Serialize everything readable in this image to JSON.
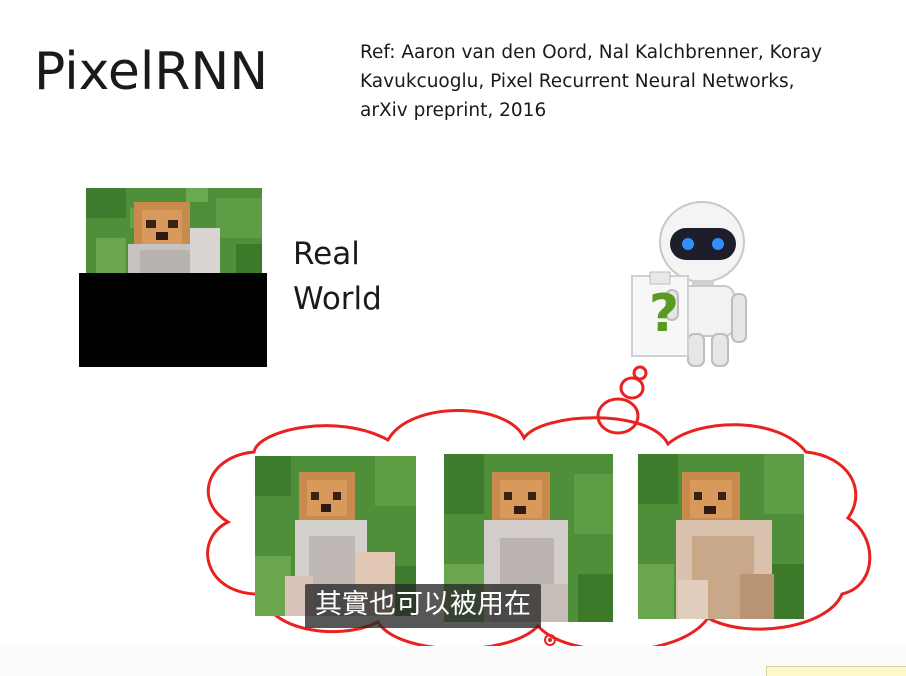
{
  "slide": {
    "title": "PixelRNN",
    "reference": {
      "line1": "Ref: Aaron van den Oord, Nal Kalchbrenner, Koray",
      "line2": "Kavukcuoglu, Pixel Recurrent Neural Networks,",
      "line3": "arXiv preprint, 2016"
    },
    "real_world": {
      "line1": "Real",
      "line2": "World"
    },
    "robot_sign": "?",
    "subtitle": "其實也可以被用在"
  },
  "colors": {
    "cloud_outline": "#e8221f",
    "grass": "#4f8f3a",
    "dog_fur": "#c98a4d",
    "robot_body": "#f2f2f2",
    "robot_eyes": "#2f8fff",
    "sign_question": "#5a9a1e"
  }
}
